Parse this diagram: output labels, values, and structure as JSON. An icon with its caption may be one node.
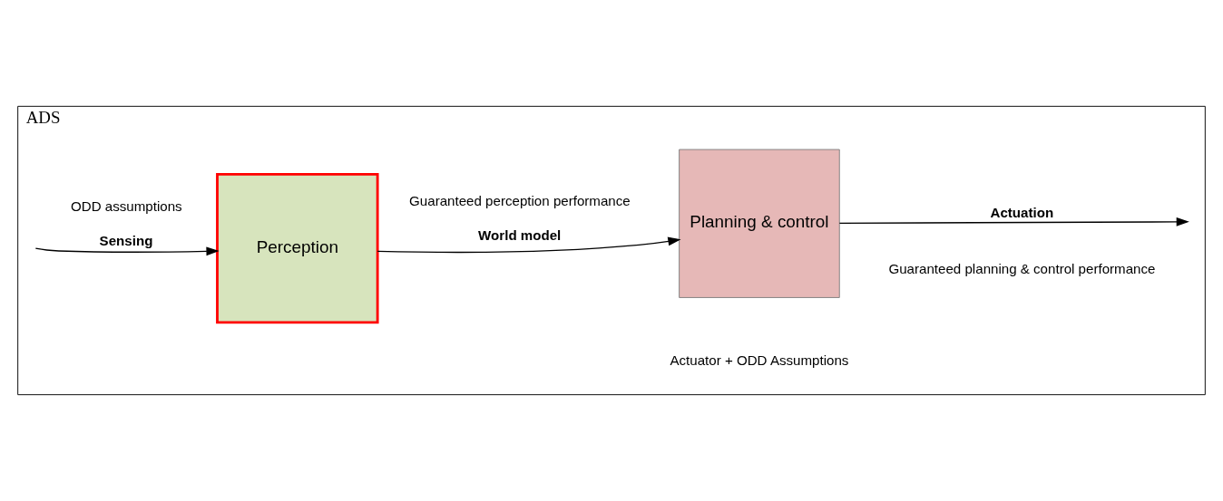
{
  "diagram": {
    "nodes": [
      {
        "text": [
          "ADS"
        ]
      },
      {
        "text": [
          "Perception"
        ],
        "in": 0
      },
      {
        "text": [
          "Planning & control"
        ],
        "in": 0,
        "beside": [
          "Actuator + ODD Assumptions"
        ]
      }
    ],
    "edges": [
      {
        "from": null,
        "to": 1,
        "arrow": "to",
        "label": "Sensing"
      },
      {
        "from": 1,
        "to": 2,
        "arrow": "to",
        "label": "World model"
      },
      {
        "from": 2,
        "to": null,
        "arrow": "to",
        "label": "Actuation"
      }
    ],
    "labels": [
      "ODD assumptions",
      "Guaranteed perception performance",
      "Guaranteed planning & control performance"
    ]
  }
}
